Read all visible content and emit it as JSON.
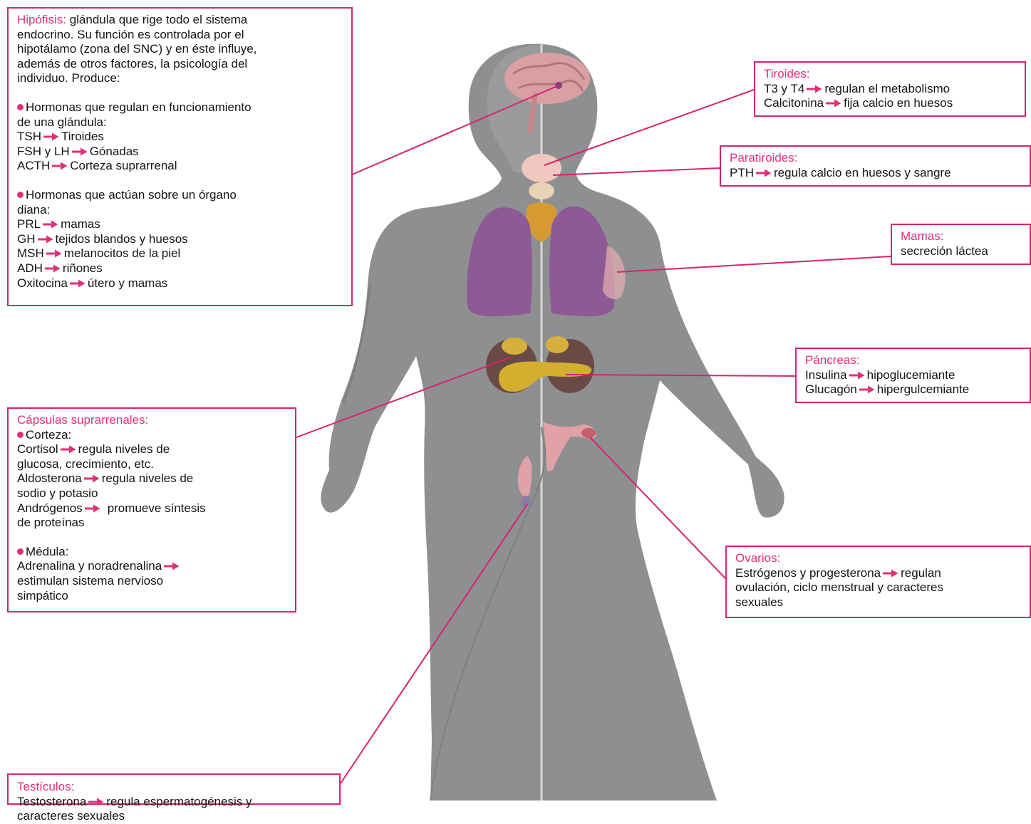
{
  "colors": {
    "accent": "#e0307a",
    "frame": "#d6246e",
    "body": "#8e8f90",
    "lungs": "#8e5a95",
    "glands": "#d2ad32",
    "kidneys": "#6a4a44"
  },
  "hipofisis": {
    "title": "Hipófisis:",
    "intro_1": " glándula que rige todo el sistema",
    "intro_2": "endocrino. Su función es controlada por el",
    "intro_3": "hipotálamo (zona del SNC) y en éste influye,",
    "intro_4": "además de otros factores, la psicología del",
    "intro_5": "individuo. Produce:",
    "group1_1": "Hormonas que regulan en funcionamiento",
    "group1_2": "de una glándula:",
    "tsh": "TSH",
    "tsh_target": "Tiroides",
    "fshlh": "FSH y LH",
    "fshlh_target": "Gónadas",
    "acth": "ACTH",
    "acth_target": "Corteza suprarrenal",
    "group2_1": "Hormonas que actúan sobre un órgano",
    "group2_2": "diana:",
    "prl": "PRL",
    "prl_target": "mamas",
    "gh": "GH",
    "gh_target": "tejidos blandos y huesos",
    "msh": "MSH",
    "msh_target": "melanocitos de la piel",
    "adh": "ADH",
    "adh_target": "riñones",
    "oxi": "Oxitocina",
    "oxi_target": "útero y mamas"
  },
  "tiroides": {
    "title": "Tiroides:",
    "l1_a": "T3 y T4",
    "l1_b": "regulan el metabolismo",
    "l2_a": "Calcitonina",
    "l2_b": "fija calcio en huesos"
  },
  "paratiroides": {
    "title": "Paratiroides:",
    "l1_a": "PTH",
    "l1_b": "regula calcio en huesos y sangre"
  },
  "mamas": {
    "title": "Mamas:",
    "l1": "secreción láctea"
  },
  "pancreas": {
    "title": "Páncreas:",
    "l1_a": "Insulina",
    "l1_b": "hipoglucemiante",
    "l2_a": "Glucagón",
    "l2_b": "hipergulcemiante"
  },
  "capsulas": {
    "title": "Cápsulas suprarrenales:",
    "corteza": "Corteza:",
    "c1_a": "Cortisol",
    "c1_b": "regula niveles de",
    "c1_c": "glucosa, crecimiento, etc.",
    "c2_a": "Aldosterona",
    "c2_b": "regula niveles de",
    "c2_c": "sodio y potasio",
    "c3_a": "Andrógenos",
    "c3_b": "promueve síntesis",
    "c3_c": "de proteínas",
    "medula": "Médula:",
    "m1_a": "Adrenalina y noradrenalina",
    "m1_b": "estimulan sistema nervioso",
    "m1_c": "simpático"
  },
  "ovarios": {
    "title": "Ovarios:",
    "l1_a": "Estrógenos y progesterona",
    "l1_b": "regulan",
    "l2": "ovulación, ciclo menstrual y caracteres",
    "l3": "sexuales"
  },
  "testiculos": {
    "title": "Testículos:",
    "l1_a": "Testosterona",
    "l1_b": "regula espermatogénesis y",
    "l2": "caracteres sexuales"
  }
}
